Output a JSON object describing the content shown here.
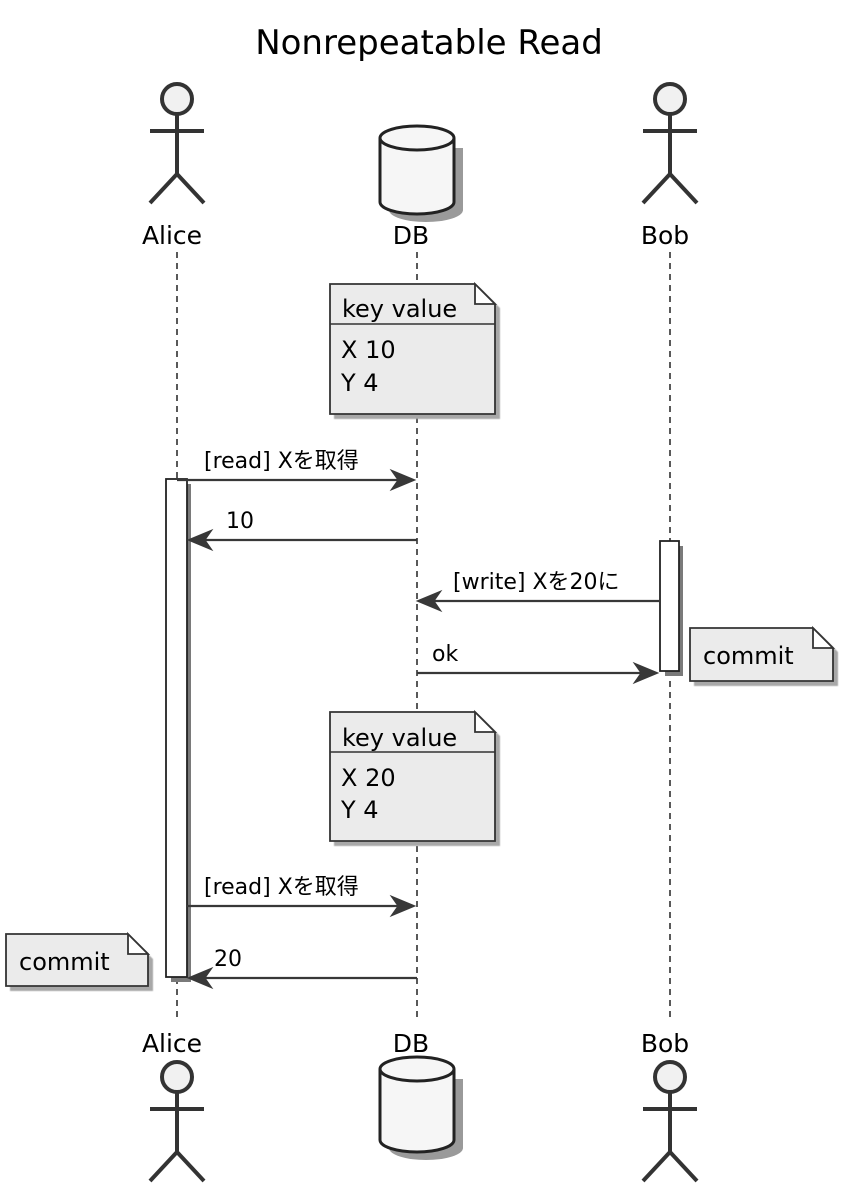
{
  "title": "Nonrepeatable Read",
  "participants": {
    "alice": {
      "label": "Alice",
      "kind": "actor"
    },
    "db": {
      "label": "DB",
      "kind": "database"
    },
    "bob": {
      "label": "Bob",
      "kind": "actor"
    }
  },
  "notes": {
    "db_before": {
      "header": "key value",
      "lines": [
        "X 10",
        "Y 4"
      ]
    },
    "bob_commit": {
      "text": "commit"
    },
    "db_after": {
      "header": "key value",
      "lines": [
        "X 20",
        "Y 4"
      ]
    },
    "alice_commit": {
      "text": "commit"
    }
  },
  "messages": [
    {
      "from": "Alice",
      "to": "DB",
      "label": "[read] Xを取得"
    },
    {
      "from": "DB",
      "to": "Alice",
      "label": "10"
    },
    {
      "from": "Bob",
      "to": "DB",
      "label": "[write] Xを20に"
    },
    {
      "from": "DB",
      "to": "Bob",
      "label": "ok"
    },
    {
      "from": "Alice",
      "to": "DB",
      "label": "[read] Xを取得"
    },
    {
      "from": "DB",
      "to": "Alice",
      "label": "20"
    }
  ]
}
